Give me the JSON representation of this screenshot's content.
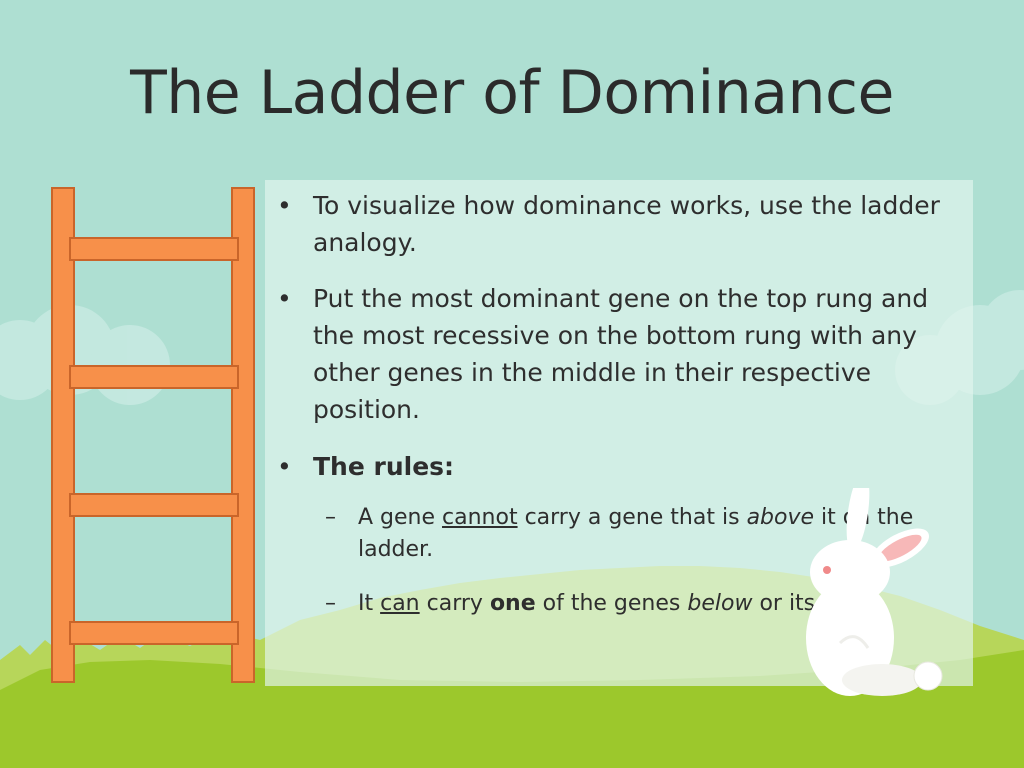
{
  "slide": {
    "title": "The Ladder of Dominance",
    "bullets": [
      {
        "marker": "•",
        "text": "To visualize how dominance works, use the ladder analogy."
      },
      {
        "marker": "•",
        "text": "Put the most dominant gene on the top rung and the most recessive on the bottom rung with any other genes in the middle in their respective position."
      },
      {
        "marker": "•",
        "text": "The rules:"
      }
    ],
    "rules": [
      {
        "marker": "–",
        "parts": [
          "A gene ",
          "cannot",
          " carry a gene that is ",
          "above",
          " it on the ladder."
        ]
      },
      {
        "marker": "–",
        "parts": [
          "It ",
          "can",
          " carry ",
          "one",
          " of the genes ",
          "below",
          " or itself."
        ]
      }
    ]
  },
  "colors": {
    "sky": "#aedfd2",
    "grass": "#9cc82c",
    "ladder": "#f7904a",
    "ladder_outline": "#c9652a",
    "text": "#2e2e2e",
    "bunny": "#ffffff",
    "bunny_ear_inner": "#f7b8b8"
  },
  "decorations": [
    "ladder-illustration",
    "bunny-illustration",
    "grass-illustration",
    "cloud-illustration"
  ]
}
